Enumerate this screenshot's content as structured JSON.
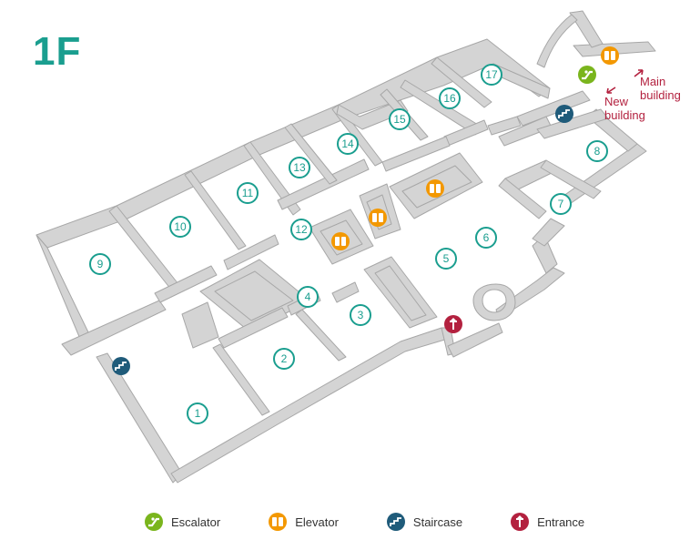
{
  "floor": {
    "title": "1F"
  },
  "labels": {
    "new_building": "New\nbuilding",
    "main_building": "Main\nbuilding"
  },
  "rooms": [
    "1",
    "2",
    "3",
    "4",
    "5",
    "6",
    "7",
    "8",
    "9",
    "10",
    "11",
    "12",
    "13",
    "14",
    "15",
    "16",
    "17"
  ],
  "legend": [
    {
      "icon": "escalator-icon",
      "label": "Escalator",
      "color": "#7ab51d"
    },
    {
      "icon": "elevator-icon",
      "label": "Elevator",
      "color": "#f39800"
    },
    {
      "icon": "staircase-icon",
      "label": "Staircase",
      "color": "#1f5b7a"
    },
    {
      "icon": "entrance-icon",
      "label": "Entrance",
      "color": "#b3213f"
    }
  ],
  "colors": {
    "accent": "#1a9e8f",
    "wall": "#d4d4d4",
    "wall_edge": "#a7a7a7"
  }
}
